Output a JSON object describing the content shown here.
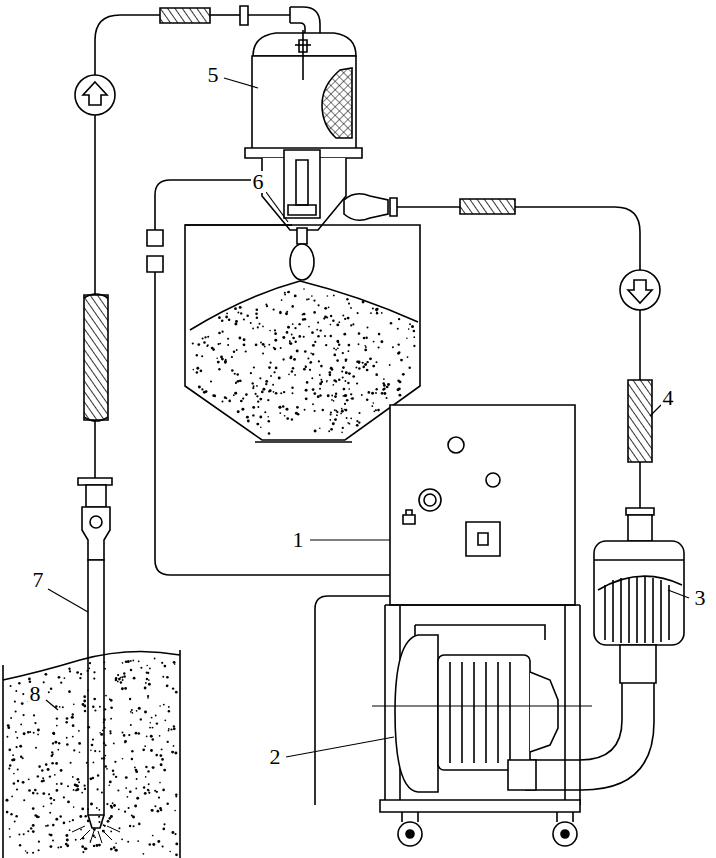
{
  "diagram": {
    "labels": [
      "5",
      "6",
      "4",
      "1",
      "7",
      "3",
      "8",
      "2"
    ]
  }
}
